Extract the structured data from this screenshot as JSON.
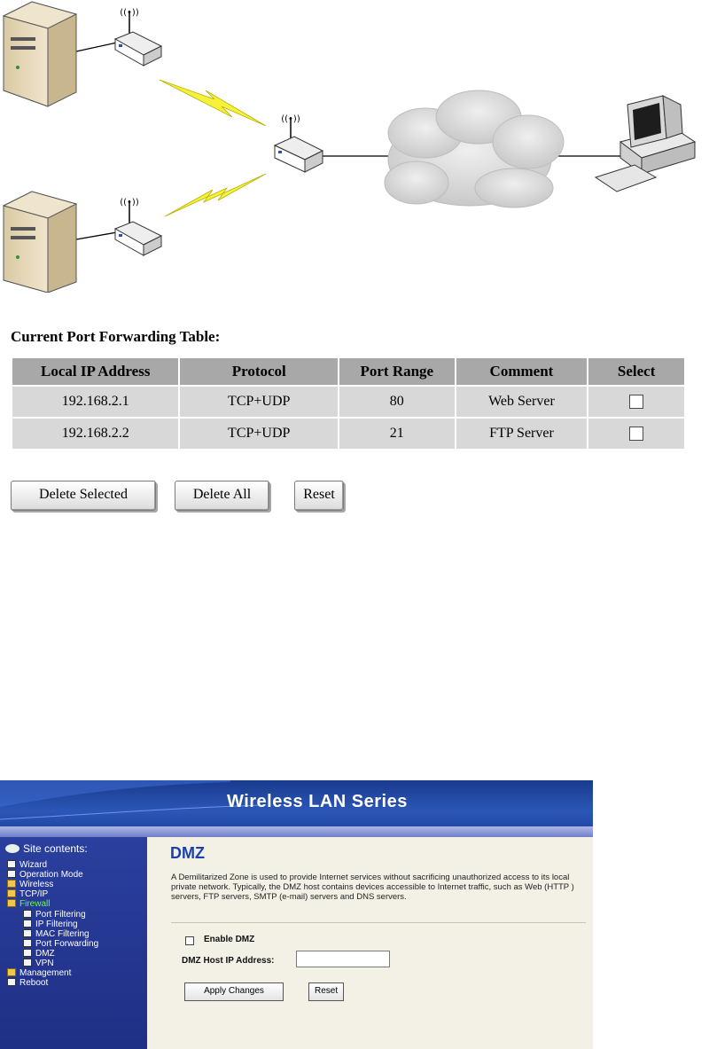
{
  "table": {
    "title": "Current Port Forwarding Table:",
    "headers": [
      "Local IP Address",
      "Protocol",
      "Port Range",
      "Comment",
      "Select"
    ],
    "rows": [
      {
        "ip": "192.168.2.1",
        "protocol": "TCP+UDP",
        "port": "80",
        "comment": "Web Server"
      },
      {
        "ip": "192.168.2.2",
        "protocol": "TCP+UDP",
        "port": "21",
        "comment": "FTP Server"
      }
    ]
  },
  "buttons": {
    "delete_selected": "Delete Selected",
    "delete_all": "Delete All",
    "reset": "Reset"
  },
  "router_ui": {
    "banner_title": "Wireless LAN Series",
    "site_contents": "Site contents:",
    "nav": {
      "wizard": "Wizard",
      "operation_mode": "Operation Mode",
      "wireless": "Wireless",
      "tcpip": "TCP/IP",
      "firewall": "Firewall",
      "port_filtering": "Port Filtering",
      "ip_filtering": "IP Filtering",
      "mac_filtering": "MAC Filtering",
      "port_forwarding": "Port Forwarding",
      "dmz": "DMZ",
      "vpn": "VPN",
      "management": "Management",
      "reboot": "Reboot"
    },
    "heading": "DMZ",
    "description": "A Demilitarized Zone is used to provide Internet services without sacrificing unauthorized access to its local private network. Typically, the DMZ host contains devices accessible to Internet traffic, such as Web (HTTP ) servers, FTP servers, SMTP (e-mail) servers and DNS servers.",
    "enable_dmz_label": "Enable DMZ",
    "host_ip_label": "DMZ Host IP Address:",
    "host_ip_value": "",
    "apply_label": "Apply Changes",
    "reset_label": "Reset"
  },
  "colors": {
    "header_bg": "#a8a8a8",
    "row_bg": "#d8d8d8",
    "banner_blue": "#2b57b8",
    "sidebar_blue": "#22348f",
    "dmz_heading": "#1a3fb0",
    "firewall_active": "#6cff3c"
  }
}
